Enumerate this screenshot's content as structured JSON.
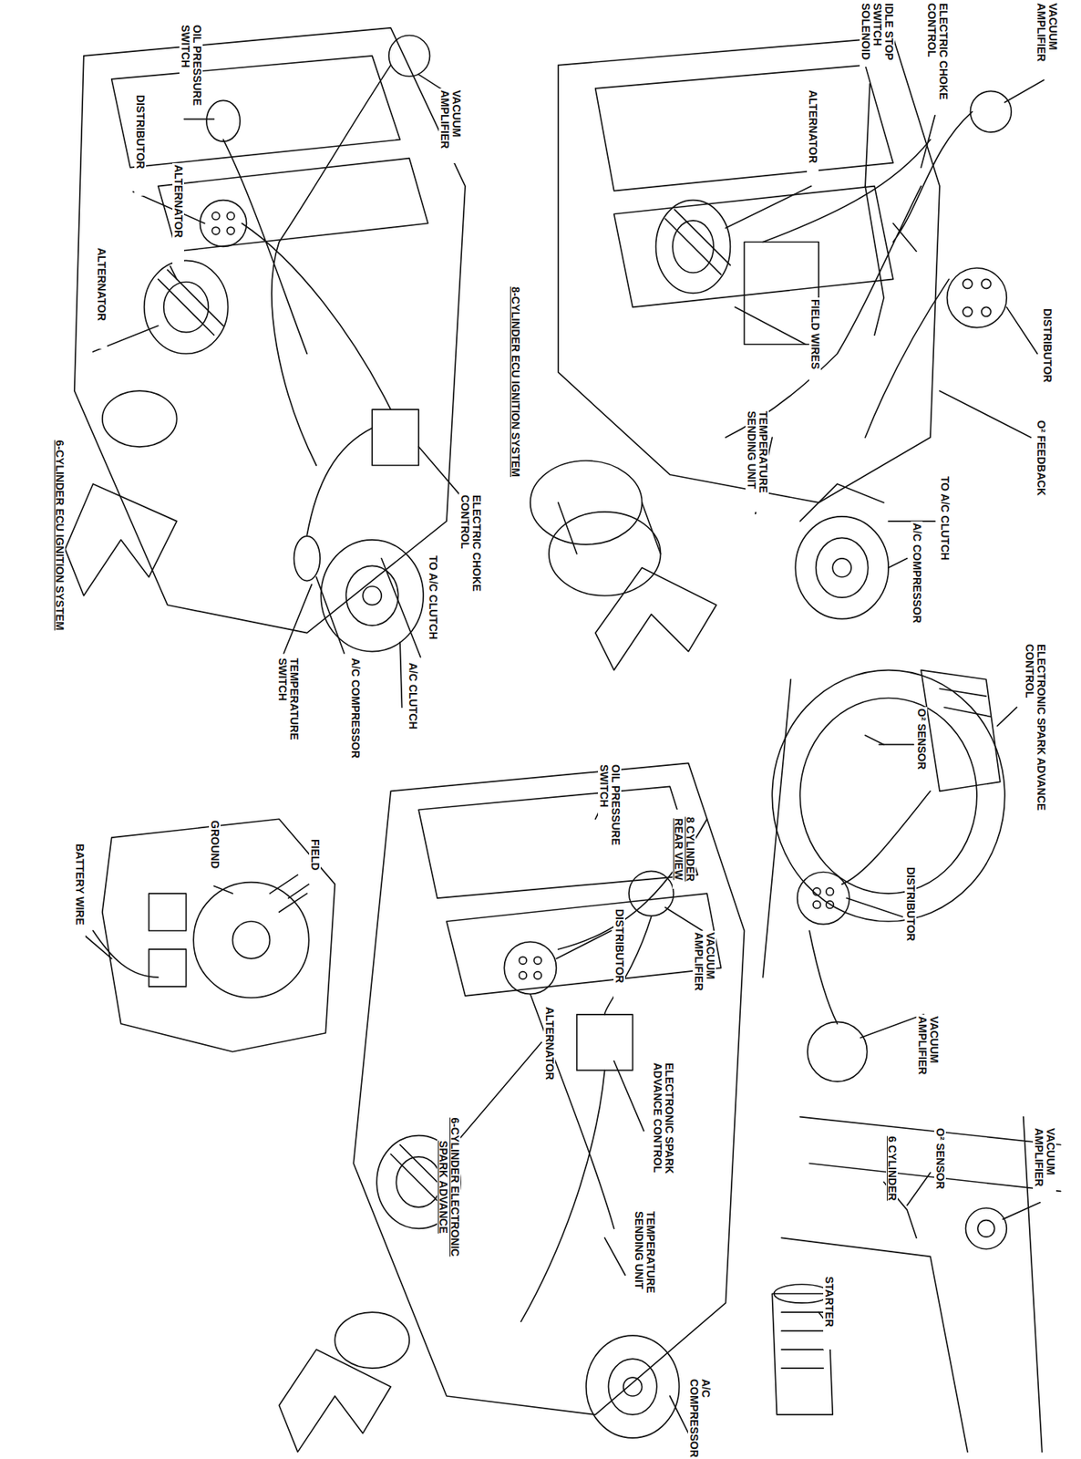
{
  "diagram": {
    "labels": [
      "VACUUM AMPLIFIER",
      "ELECTRIC CHOKE CONTROL",
      "IDLE STOP SWITCH SOLENOID",
      "ALTERNATOR",
      "DISTRIBUTOR",
      "O² FEEDBACK",
      "TO A/C CLUTCH",
      "A/C COMPRESSOR",
      "TEMPERATURE SENDING UNIT",
      "FIELD WIRES",
      "8-CYLINDER ECU IGNITION SYSTEM",
      "OIL PRESSURE SWITCH",
      "VACUUM AMPLIFIER",
      "DISTRIBUTOR",
      "ALTERNATOR",
      "ALTERNATOR",
      "ELECTRIC CHOKE CONTROL",
      "TO A/C CLUTCH",
      "A/C CLUTCH",
      "A/C COMPRESSOR",
      "TEMPERATURE SWITCH",
      "6-CYLINDER ECU IGNITION SYSTEM",
      "ELECTRONIC SPARK ADVANCE CONTROL",
      "O² SENSOR",
      "DISTRIBUTOR",
      "VACUUM AMPLIFIER",
      "VACUUM AMPLIFIER",
      "O² SENSOR",
      "6 CYLINDER",
      "STARTER",
      "8 CYLINDER REAR VIEW",
      "OIL PRESSURE SWITCH",
      "VACUUM AMPLIFIER",
      "DISTRIBUTOR",
      "ALTERNATOR",
      "ELECTRONIC SPARK ADVANCE CONTROL",
      "TEMPERATURE SENDING UNIT",
      "A/C COMPRESSOR",
      "6-CYLINDER ELECTRONIC SPARK ADVANCE",
      "GROUND",
      "FIELD",
      "BATTERY WIRE"
    ]
  }
}
